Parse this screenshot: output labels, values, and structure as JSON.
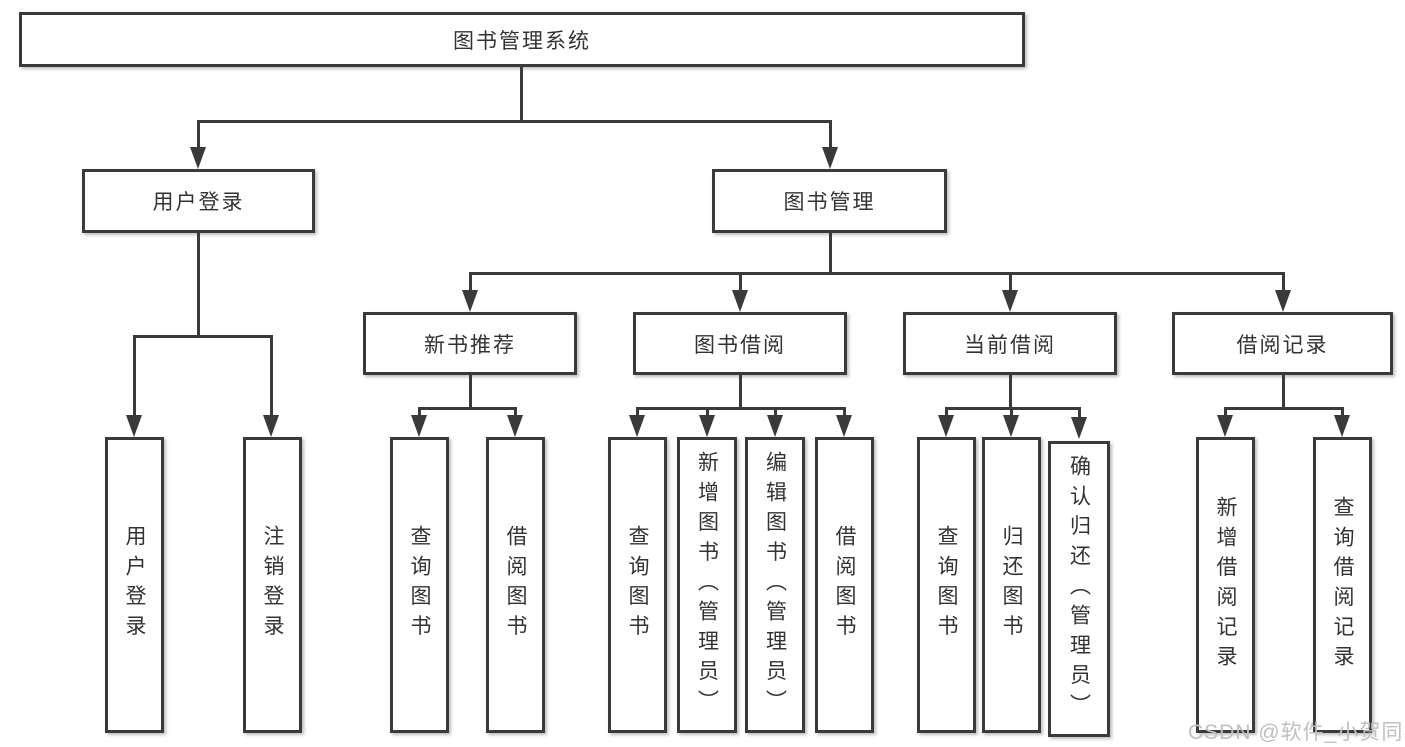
{
  "tree": {
    "root": "图书管理系统",
    "level2": {
      "user_login": "用户登录",
      "book_mgmt": "图书管理"
    },
    "level3": {
      "new_books": "新书推荐",
      "borrow": "图书借阅",
      "current": "当前借阅",
      "records": "借阅记录"
    },
    "leaves": {
      "user_login": [
        "用户登录",
        "注销登录"
      ],
      "new_books": [
        "查询图书",
        "借阅图书"
      ],
      "borrow": [
        "查询图书",
        "新增图书（管理员）",
        "编辑图书（管理员）",
        "借阅图书"
      ],
      "current": [
        "查询图书",
        "归还图书",
        "确认归还（管理员）"
      ],
      "records": [
        "新增借阅记录",
        "查询借阅记录"
      ]
    }
  },
  "watermark": "CSDN @软件_小贺同学",
  "colors": {
    "line": "#3a3a3a",
    "text": "#333333",
    "watermark": "#c0c0c0",
    "background": "#ffffff"
  }
}
